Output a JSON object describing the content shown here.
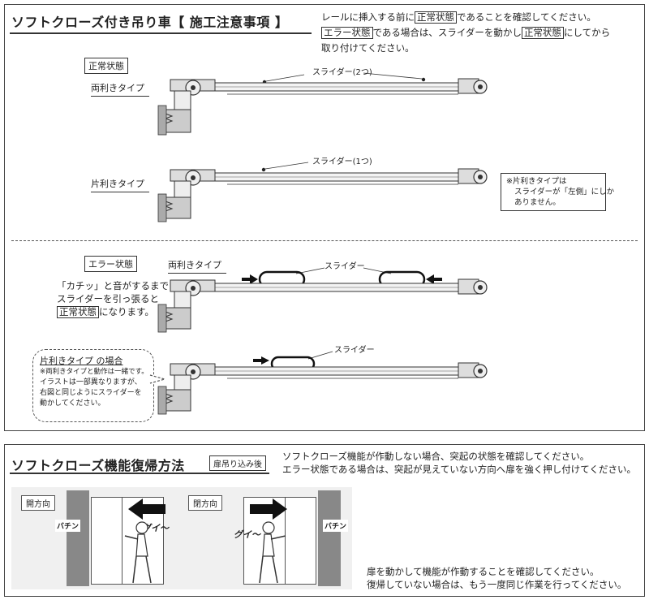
{
  "top": {
    "title": "ソフトクローズ付き吊り車【 施工注意事項 】",
    "intro_line1_a": "レールに挿入する前に",
    "intro_line1_box": "正常状態",
    "intro_line1_b": "であることを確認してください。",
    "intro_line2_box1": "エラー状態",
    "intro_line2_a": "である場合は、スライダーを動かし",
    "intro_line2_box2": "正常状態",
    "intro_line2_b": "にしてから",
    "intro_line3": "取り付けてください。",
    "normal_state_label": "正常状態",
    "double_type_label": "両利きタイプ",
    "single_type_label": "片利きタイプ",
    "slider_two": "スライダー(2つ)",
    "slider_one": "スライダー(1つ)",
    "note_line1": "※片利きタイプは",
    "note_line2": "スライダーが「左側」にしか",
    "note_line3": "ありません。",
    "error_state_label": "エラー状態",
    "error_double_type_label": "両利きタイプ",
    "error_slider_double": "スライダー",
    "click_line1": "「カチッ」と音がするまで",
    "click_line2": "スライダーを引っ張ると",
    "click_line3_box": "正常状態",
    "click_line3_b": "になります。",
    "bubble_title": "片利きタイプ の場合",
    "bubble_note": "※両利きタイプと動作は一緒です。",
    "bubble_line1": "イラストは一部異なりますが、",
    "bubble_line2": "右図と同じようにスライダーを",
    "bubble_line3": "動かしてください。",
    "error_slider_single": "スライダー"
  },
  "bottom": {
    "title": "ソフトクローズ機能復帰方法",
    "title_tag": "扉吊り込み後",
    "desc_line1": "ソフトクローズ機能が作動しない場合、突起の状態を確認してください。",
    "desc_line2": "エラー状態である場合は、突起が見えていない方向へ扉を強く押し付けてください。",
    "open_label": "開方向",
    "close_label": "閉方向",
    "bachin": "バチン",
    "gui": "グイ～",
    "final_line1": "扉を動かして機能が作動することを確認してください。",
    "final_line2": "復帰していない場合は、もう一度同じ作業を行ってください。"
  }
}
